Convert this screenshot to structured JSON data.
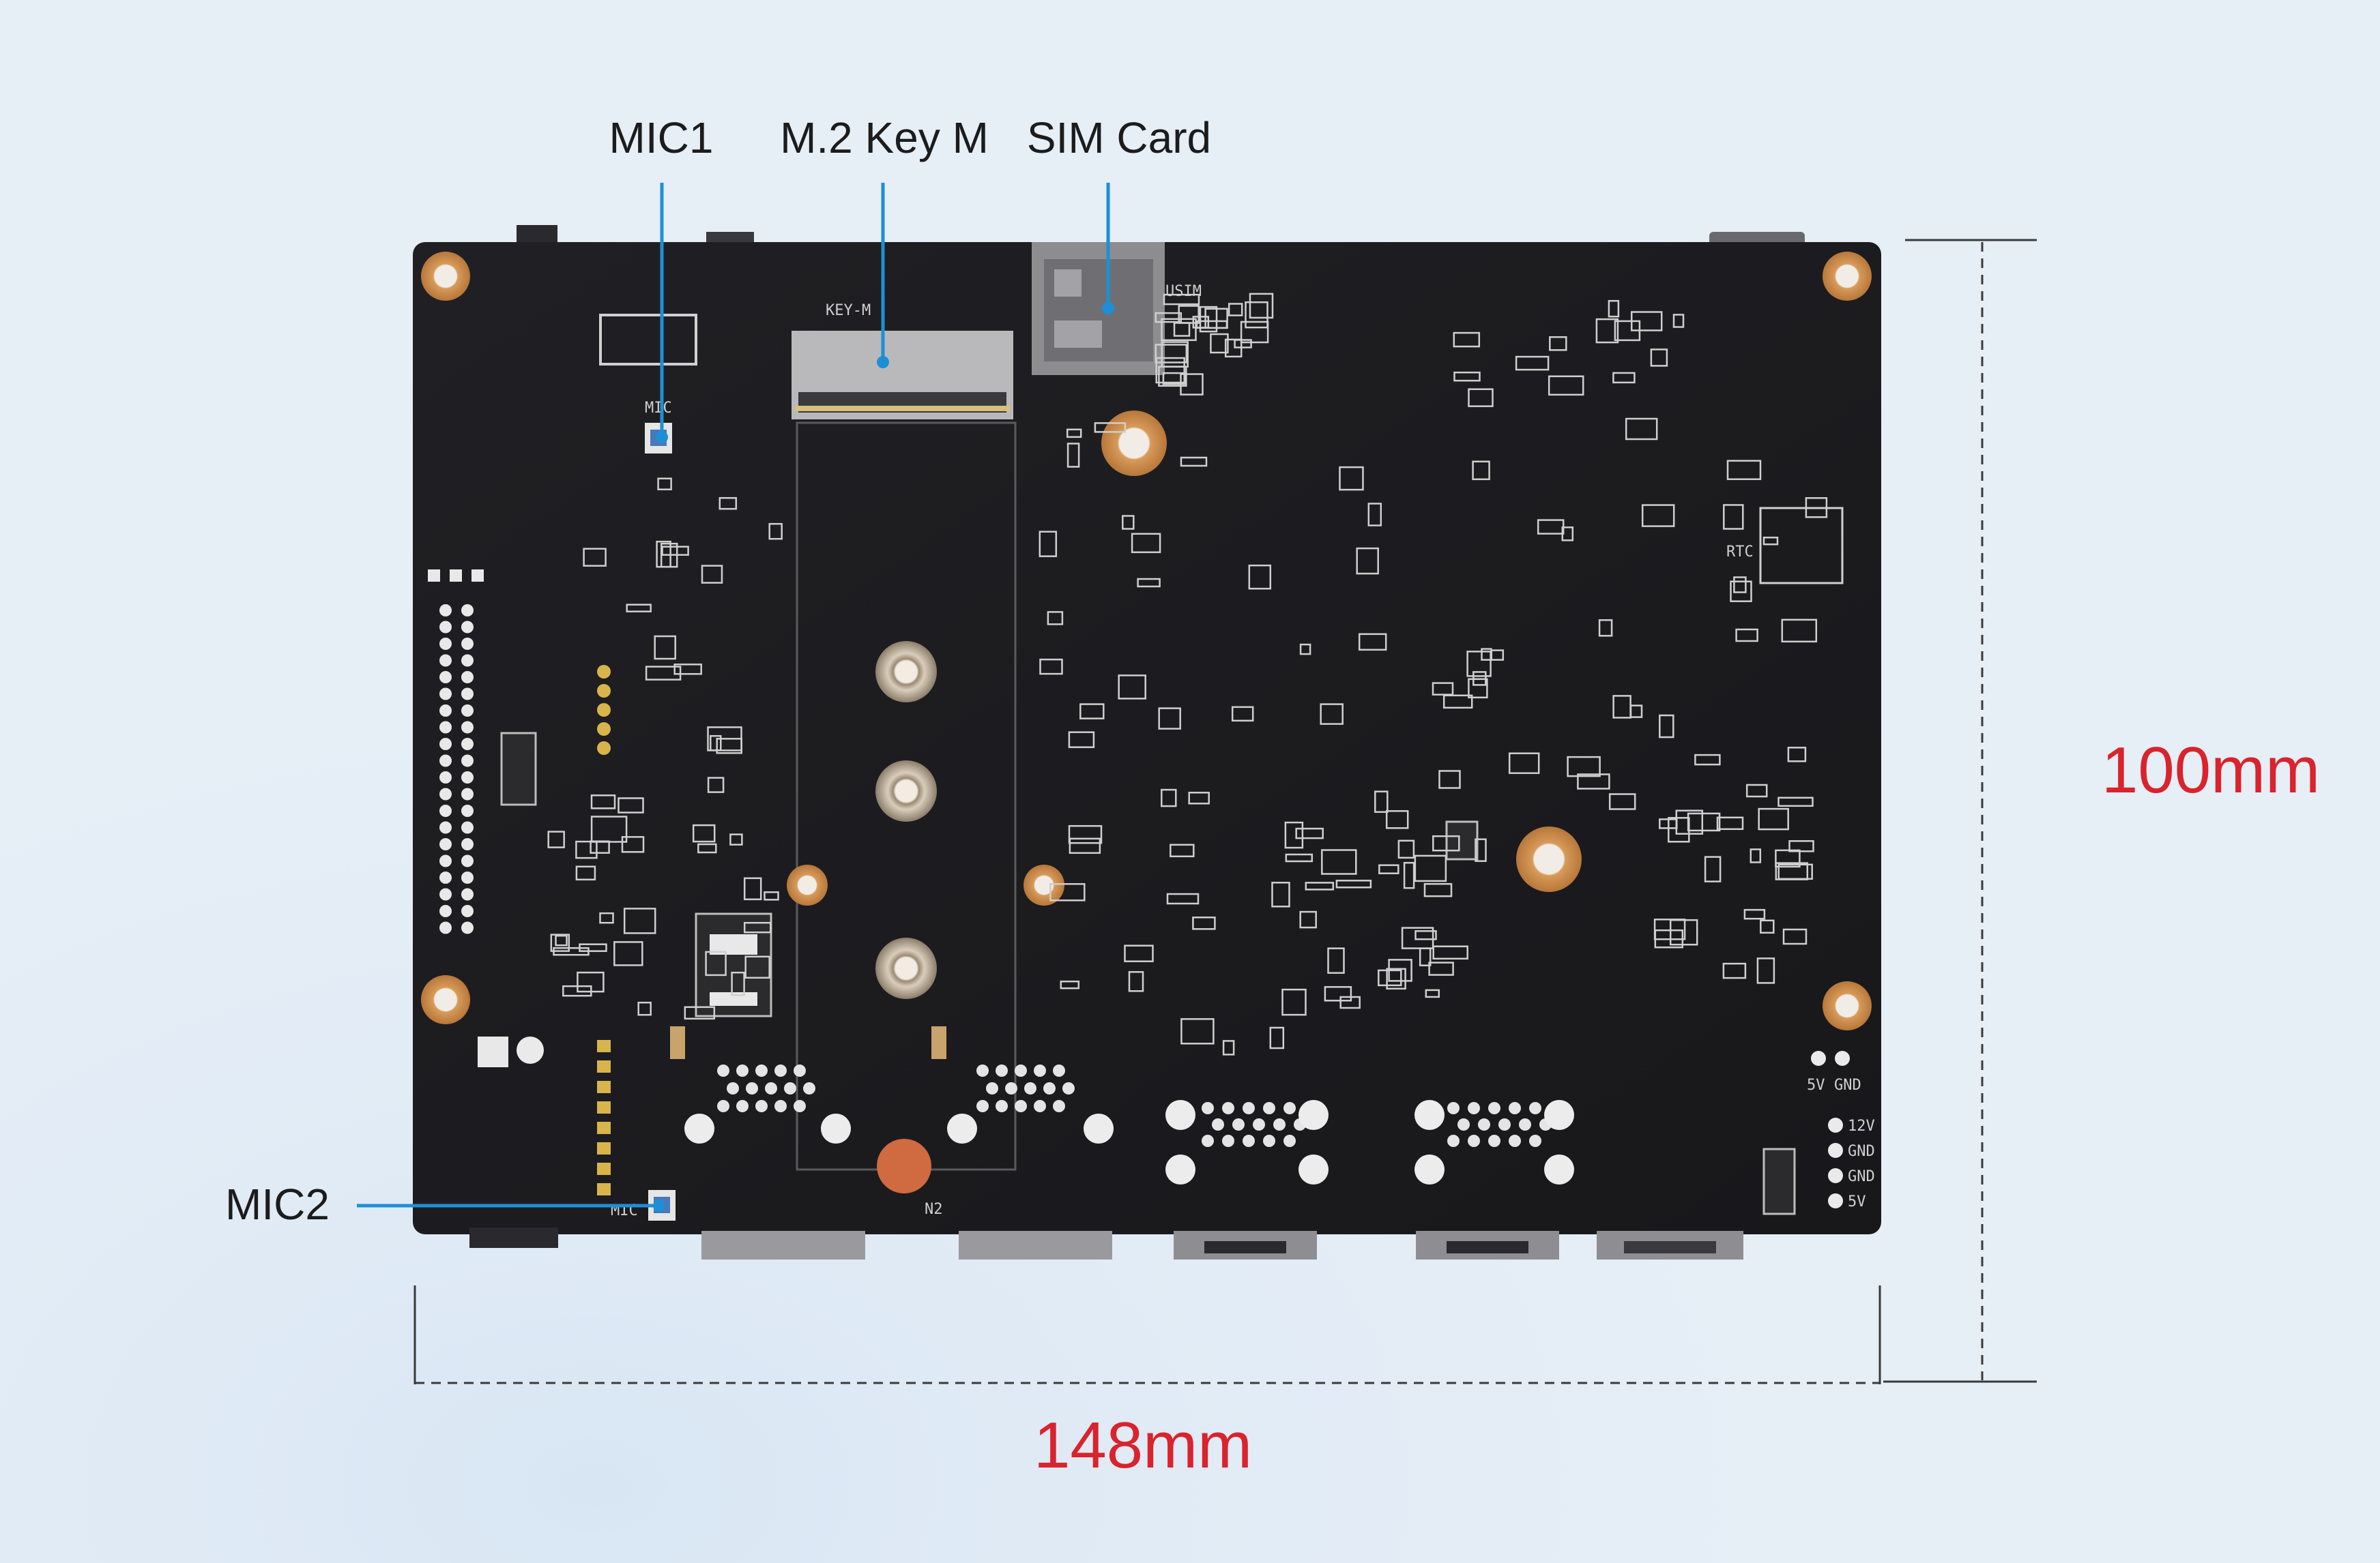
{
  "callouts": {
    "mic1": "MIC1",
    "m2": "M.2 Key M",
    "sim": "SIM Card",
    "mic2": "MIC2"
  },
  "dimensions": {
    "width": "148mm",
    "height": "100mm"
  },
  "board_silkscreen": {
    "key_m": "KEY-M",
    "usim": "USIM",
    "mic_top": "MIC",
    "mic_bottom": "MIC",
    "rtc": "RTC",
    "n2": "N2",
    "power_top_5v": "5V",
    "power_top_gnd": "GND",
    "power_12v": "12V",
    "power_gnd1": "GND",
    "power_gnd2": "GND",
    "power_5v": "5V"
  },
  "colors": {
    "background": "#e6eef6",
    "board": "#1b1b1e",
    "callout_line": "#1e8fd6",
    "dimension_text": "#d9232d",
    "dimension_line": "#3a3a3a",
    "copper_ring": "#c98a4a"
  }
}
